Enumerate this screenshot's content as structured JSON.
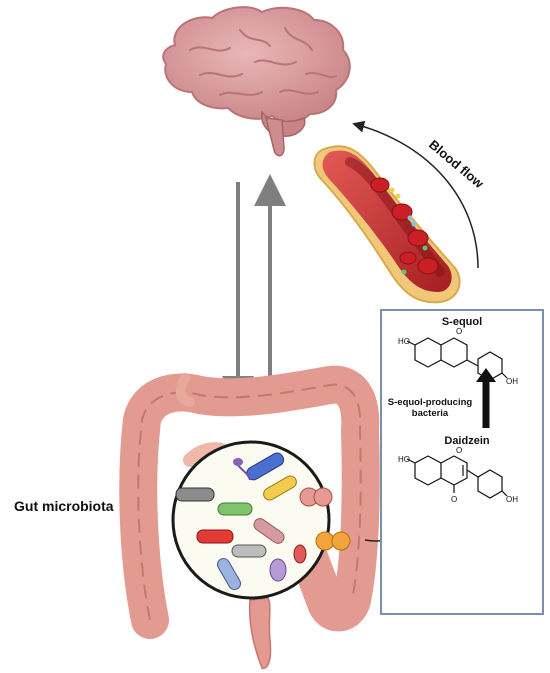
{
  "labels": {
    "blood_flow": "Blood flow",
    "gut_microbiota": "Gut microbiota"
  },
  "inset": {
    "product": "S-equol",
    "enzyme_line1": "S-equol-producing",
    "enzyme_line2": "bacteria",
    "substrate": "Daidzein",
    "oh": "OH",
    "ho": "HO",
    "o": "O"
  },
  "colors": {
    "brain": "#d9a0a3",
    "gut": "#e39a91",
    "vessel": "#c0282c",
    "arrow": "#7f7f7f",
    "inset_border": "#7a8fb0"
  }
}
